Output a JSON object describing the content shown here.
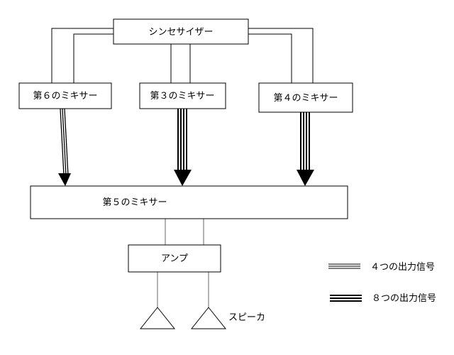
{
  "nodes": {
    "synth": "シンセサイザー",
    "mixer6": "第６のミキサー",
    "mixer3": "第３のミキサー",
    "mixer4": "第４のミキサー",
    "mixer5": "第５のミキサー",
    "amp": "アンプ",
    "speaker": "スピーカ"
  },
  "legend": {
    "four_signals": "４つの出力信号",
    "eight_signals": "８つの出力信号"
  }
}
